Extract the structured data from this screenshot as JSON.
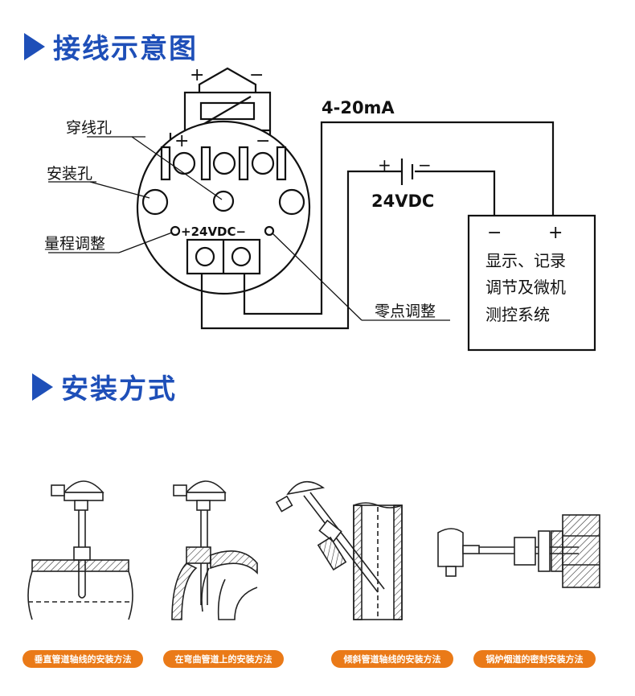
{
  "sections": {
    "wiring_title": "接线示意图",
    "install_title": "安装方式"
  },
  "wiring": {
    "probe_plus": "+",
    "probe_minus": "−",
    "term_plus": "+",
    "term_minus": "−",
    "label_through_hole": "穿线孔",
    "label_mount_hole": "安装孔",
    "label_range_adjust": "量程调整",
    "label_zero_adjust": "零点调整",
    "board_supply": "+24VDC−",
    "current_label": "4-20mA",
    "battery_plus": "+",
    "battery_minus": "−",
    "battery_label": "24VDC",
    "system_minus": "−",
    "system_plus": "+",
    "system_line1": "显示、记录",
    "system_line2": "调节及微机",
    "system_line3": "测控系统"
  },
  "install_methods": [
    "垂直管道轴线的安装方法",
    "在弯曲管道上的安装方法",
    "倾斜管道轴线的安装方法",
    "锅炉烟道的密封安装方法"
  ]
}
